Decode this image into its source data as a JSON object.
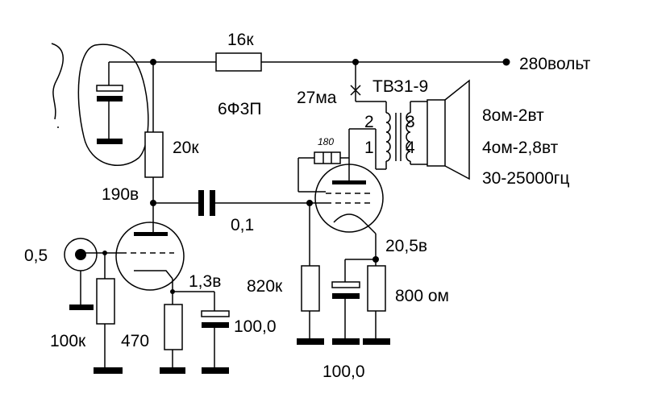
{
  "labels": {
    "r_16k": "16к",
    "supply": "280вольт",
    "current": "27ма",
    "transformer": "ТВЗ1-9",
    "tube_out": "6Ф3П",
    "spk_8ohm": "8ом-2вт",
    "spk_4ohm": "4ом-2,8вт",
    "freq": "30-25000гц",
    "r_20k": "20к",
    "r_180": "180",
    "v_190": "190в",
    "c_01": "0,1",
    "in_level": "0,5",
    "v_205": "20,5в",
    "v_13": "1,3в",
    "r_820k": "820к",
    "r_800": "800 ом",
    "c_1000_a": "100,0",
    "r_100k": "100к",
    "r_470": "470",
    "c_1000_b": "100,0",
    "tr_pin2": "2",
    "tr_pin1": "1",
    "tr_pin3": "3",
    "tr_pin4": "4"
  },
  "icons": [
    "input-jack-icon",
    "speaker-icon",
    "tube-icon",
    "transformer-icon",
    "capacitor-icon",
    "resistor-icon",
    "ground-icon"
  ]
}
